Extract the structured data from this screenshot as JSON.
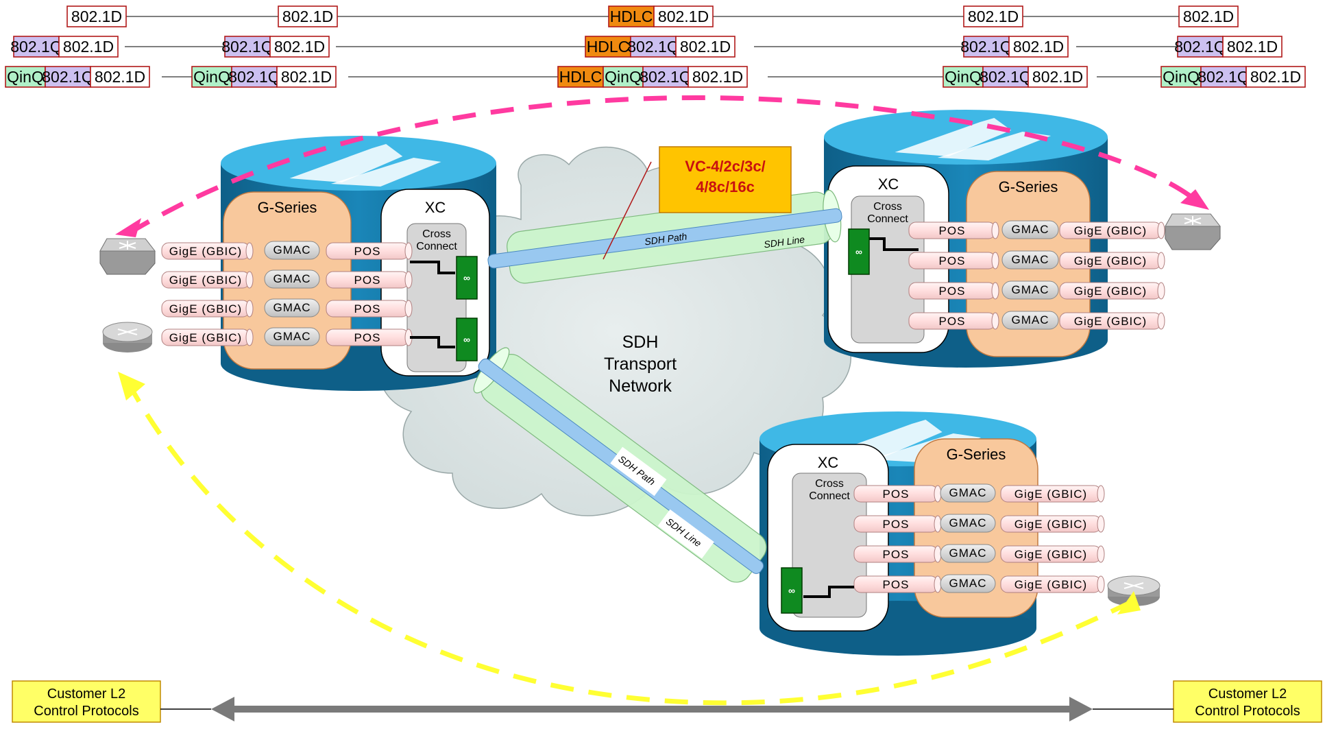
{
  "header_rows": [
    {
      "tags": [
        "802.1D",
        "802.1D",
        "HDLC|802.1D",
        "802.1D",
        "802.1D"
      ]
    },
    {
      "tags": [
        "802.1Q|802.1D",
        "802.1Q|802.1D",
        "HDLC|802.1Q|802.1D",
        "802.1Q|802.1D",
        "802.1Q|802.1D"
      ]
    },
    {
      "tags": [
        "QinQ|802.1Q|802.1D",
        "QinQ|802.1Q|802.1D",
        "HDLC|QinQ|802.1Q|802.1D",
        "QinQ|802.1Q|802.1D",
        "QinQ|802.1Q|802.1D"
      ]
    }
  ],
  "tag_labels": {
    "d": "802.1D",
    "q": "802.1Q",
    "qinq": "QinQ",
    "hdlc": "HDLC"
  },
  "colors": {
    "tag_1d": "#ffffff",
    "tag_1q": "#ccc0f0",
    "tag_qinq": "#b0f0c8",
    "tag_hdlc": "#f08a10",
    "tag_border": "#b01818",
    "cylinder": "#1479a8",
    "cylinder_top": "#3fb8e6",
    "gseries_panel": "#f8c89c",
    "xc_panel": "#ffffff",
    "pink_dashed": "#ff3aa0",
    "yellow_dashed": "#ffff33",
    "vc_box": "#ffc400",
    "vc_text": "#c81010",
    "gray_arrow": "#7a7a7a",
    "sdh_line_tube": "#ccf5cc",
    "sdh_path_tube": "#99c8f0"
  },
  "cloud_label": [
    "SDH",
    "Transport",
    "Network"
  ],
  "vc_label": [
    "VC-4/2c/3c/",
    "4/8c/16c"
  ],
  "sdh_path": "SDH Path",
  "sdh_line": "SDH Line",
  "nodes": {
    "left": {
      "gseries": "G-Series",
      "xc": "XC",
      "cross_connect": [
        "Cross",
        "Connect"
      ],
      "ports": [
        {
          "gige": "GigE (GBIC)",
          "gmac": "GMAC",
          "pos": "POS"
        },
        {
          "gige": "GigE (GBIC)",
          "gmac": "GMAC",
          "pos": "POS"
        },
        {
          "gige": "GigE (GBIC)",
          "gmac": "GMAC",
          "pos": "POS"
        },
        {
          "gige": "GigE (GBIC)",
          "gmac": "GMAC",
          "pos": "POS"
        }
      ]
    },
    "right_top": {
      "gseries": "G-Series",
      "xc": "XC",
      "cross_connect": [
        "Cross",
        "Connect"
      ],
      "ports": [
        {
          "gige": "GigE (GBIC)",
          "gmac": "GMAC",
          "pos": "POS"
        },
        {
          "gige": "GigE (GBIC)",
          "gmac": "GMAC",
          "pos": "POS"
        },
        {
          "gige": "GigE (GBIC)",
          "gmac": "GMAC",
          "pos": "POS"
        },
        {
          "gige": "GigE (GBIC)",
          "gmac": "GMAC",
          "pos": "POS"
        }
      ]
    },
    "right_bottom": {
      "gseries": "G-Series",
      "xc": "XC",
      "cross_connect": [
        "Cross",
        "Connect"
      ],
      "ports": [
        {
          "gige": "GigE (GBIC)",
          "gmac": "GMAC",
          "pos": "POS"
        },
        {
          "gige": "GigE (GBIC)",
          "gmac": "GMAC",
          "pos": "POS"
        },
        {
          "gige": "GigE (GBIC)",
          "gmac": "GMAC",
          "pos": "POS"
        },
        {
          "gige": "GigE (GBIC)",
          "gmac": "GMAC",
          "pos": "POS"
        }
      ]
    }
  },
  "customer_l2": [
    "Customer L2",
    "Control Protocols"
  ]
}
